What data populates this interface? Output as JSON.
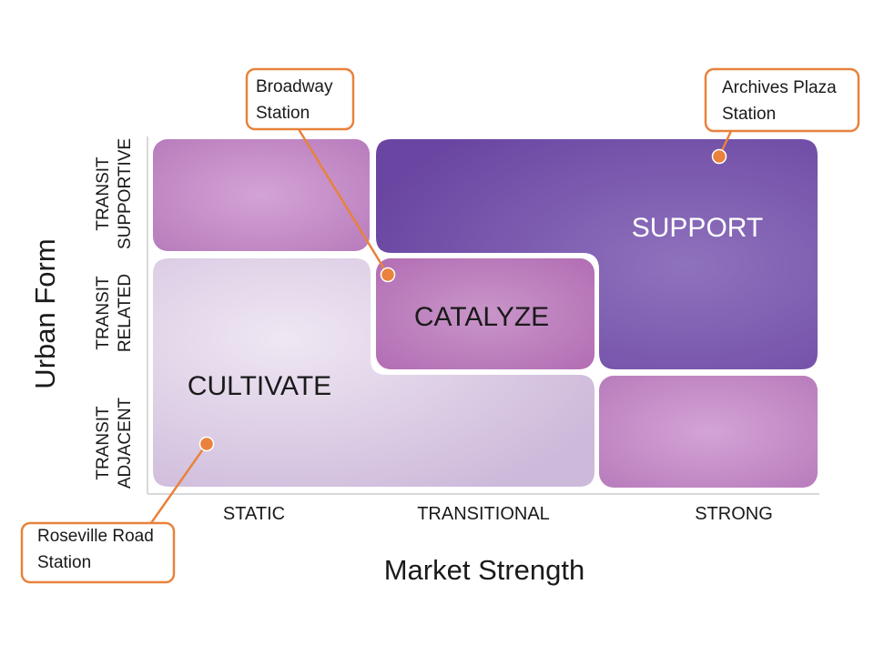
{
  "axes": {
    "x_label": "Market Strength",
    "y_label": "Urban Form",
    "x_ticks": [
      "STATIC",
      "TRANSITIONAL",
      "STRONG"
    ],
    "y_ticks": [
      [
        "TRANSIT",
        "SUPPORTIVE"
      ],
      [
        "TRANSIT",
        "RELATED"
      ],
      [
        "TRANSIT",
        "ADJACENT"
      ]
    ]
  },
  "zones": {
    "cultivate": "CULTIVATE",
    "catalyze": "CATALYZE",
    "support": "SUPPORT"
  },
  "callouts": {
    "broadway": [
      "Broadway",
      "Station"
    ],
    "archives": [
      "Archives Plaza",
      "Station"
    ],
    "roseville": [
      "Roseville Road",
      "Station"
    ]
  },
  "colors": {
    "cultivate": "#d6c6e0",
    "catalyze": "#b873b8",
    "support": "#7050a8",
    "light_magenta": "#c48dc8",
    "callout_border": "#e8823c",
    "marker": "#e8823c"
  }
}
